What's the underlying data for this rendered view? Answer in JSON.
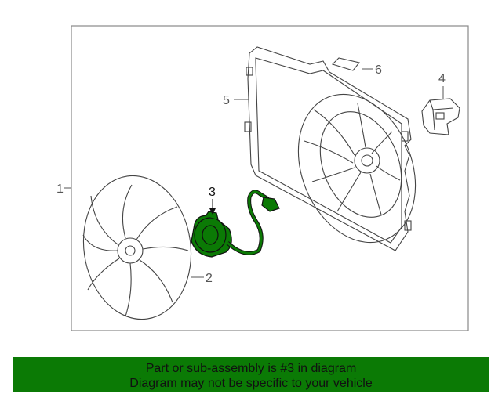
{
  "diagram": {
    "callouts": {
      "fan_shroud_assembly": "1",
      "fan_blade": "2",
      "fan_motor": "3",
      "resistor": "4",
      "shroud": "5",
      "label": "6"
    },
    "colors": {
      "highlight": "#0b7a05",
      "line": "#555555",
      "frame": "#888888"
    }
  },
  "banner": {
    "line1": "Part or sub-assembly is #3 in diagram",
    "line2": "Diagram may not be specific to your vehicle",
    "background": "#0b7a05"
  }
}
